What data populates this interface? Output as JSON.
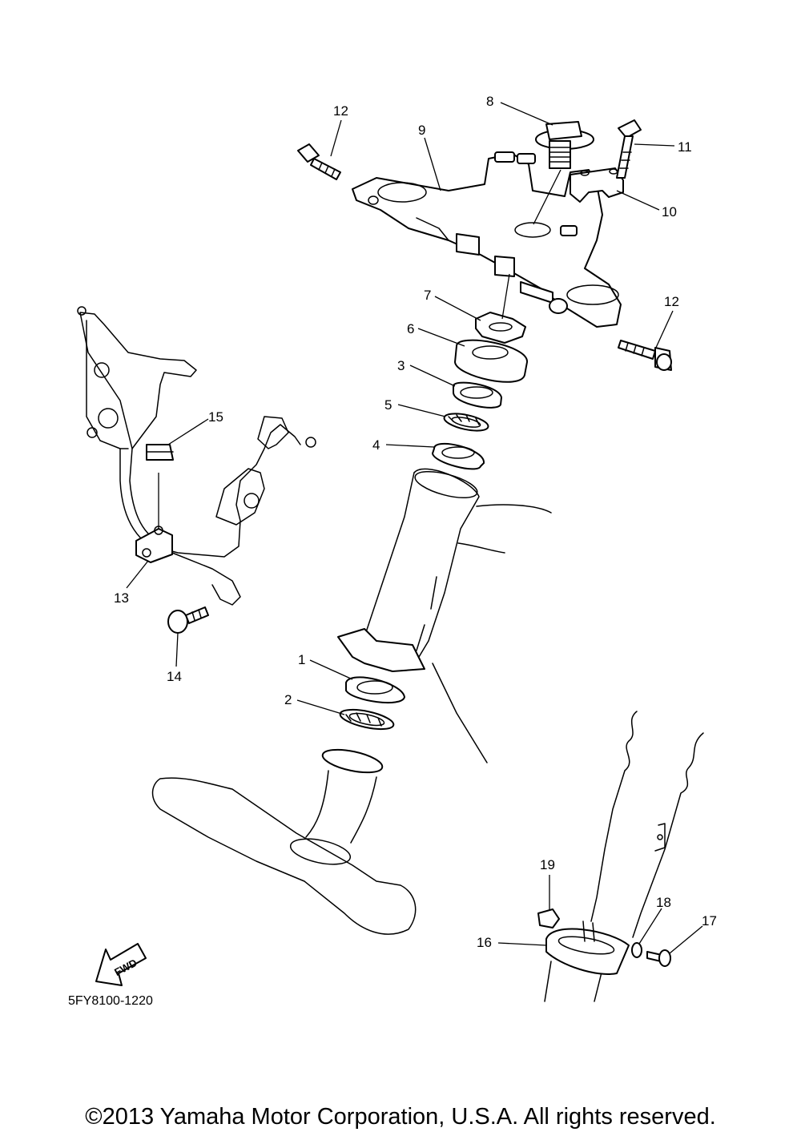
{
  "callouts": {
    "c1": "1",
    "c2": "2",
    "c3": "3",
    "c4": "4",
    "c5": "5",
    "c6": "6",
    "c7": "7",
    "c8": "8",
    "c9": "9",
    "c10": "10",
    "c11": "11",
    "c12a": "12",
    "c12b": "12",
    "c13": "13",
    "c14": "14",
    "c15": "15",
    "c16": "16",
    "c17": "17",
    "c18": "18",
    "c19": "19"
  },
  "fwd_label": "FWD",
  "diagram_code": "5FY8100-1220",
  "copyright": "©2013 Yamaha Motor Corporation, U.S.A. All rights reserved."
}
